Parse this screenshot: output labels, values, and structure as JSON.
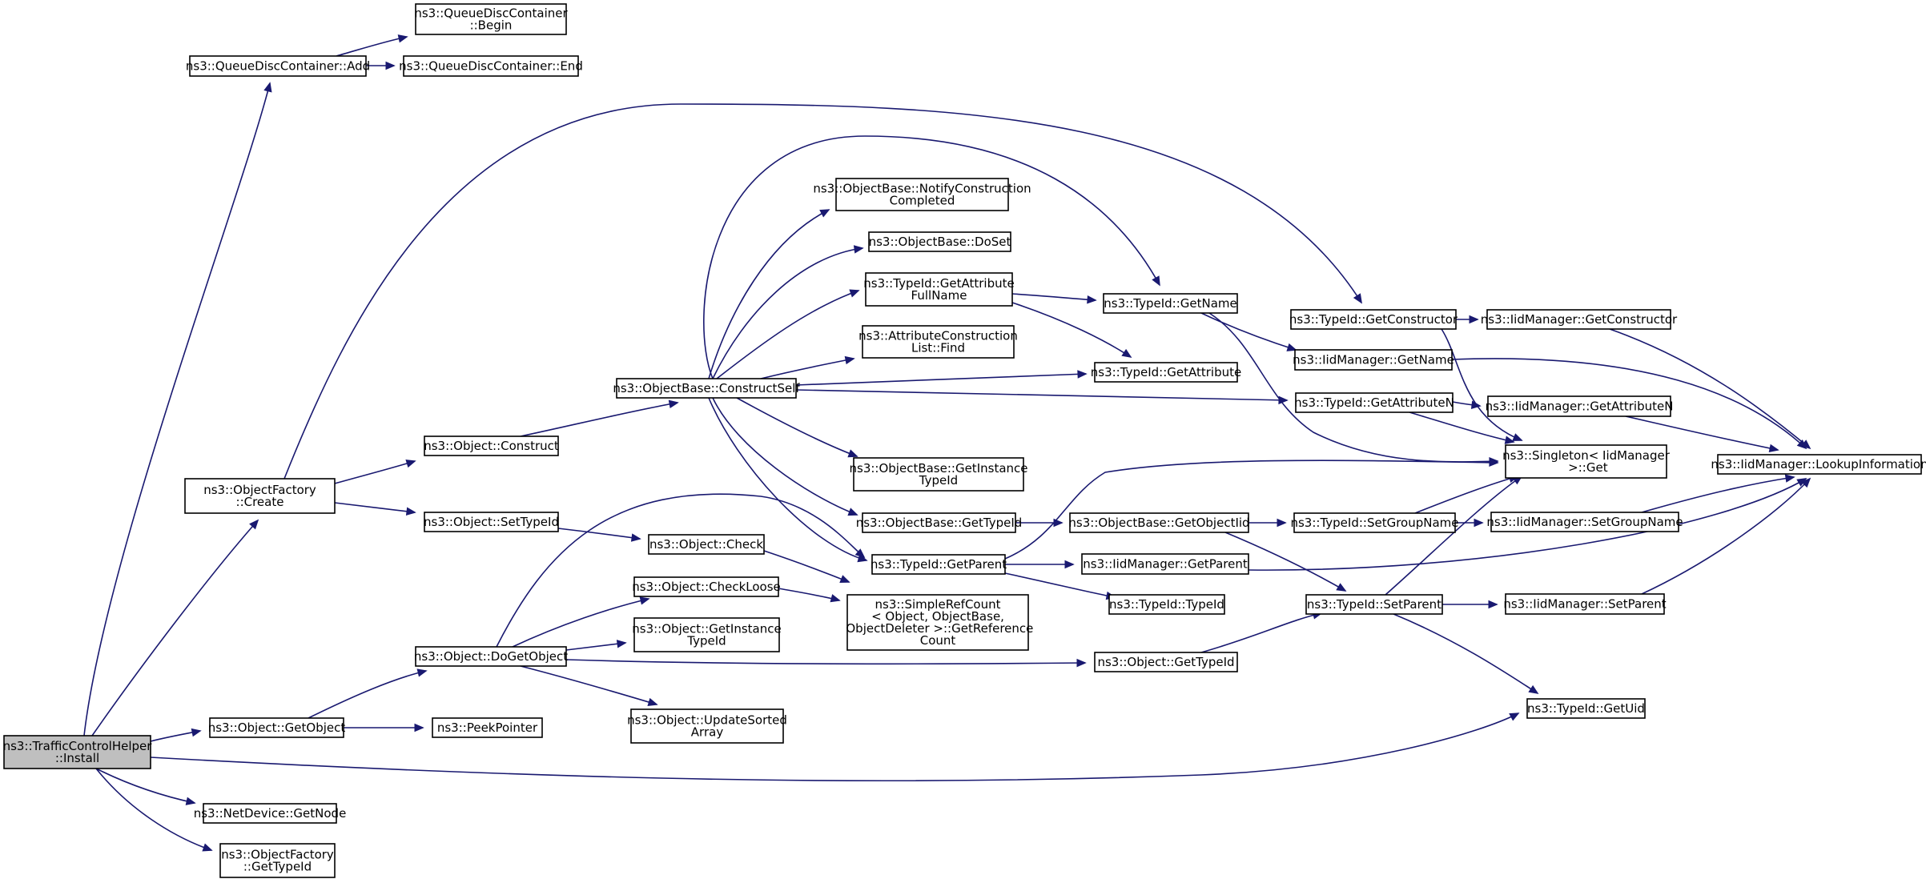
{
  "graph": {
    "root": "install",
    "nodes": [
      {
        "id": "install",
        "lines": [
          "ns3::TrafficControlHelper",
          "::Install"
        ]
      },
      {
        "id": "qdc_add",
        "lines": [
          "ns3::QueueDiscContainer::Add"
        ]
      },
      {
        "id": "qdc_begin",
        "lines": [
          "ns3::QueueDiscContainer",
          "::Begin"
        ]
      },
      {
        "id": "qdc_end",
        "lines": [
          "ns3::QueueDiscContainer::End"
        ]
      },
      {
        "id": "of_create",
        "lines": [
          "ns3::ObjectFactory",
          "::Create"
        ]
      },
      {
        "id": "obj_getobject",
        "lines": [
          "ns3::Object::GetObject"
        ]
      },
      {
        "id": "peekpointer",
        "lines": [
          "ns3::PeekPointer"
        ]
      },
      {
        "id": "nd_getnode",
        "lines": [
          "ns3::NetDevice::GetNode"
        ]
      },
      {
        "id": "of_gettypeid",
        "lines": [
          "ns3::ObjectFactory",
          "::GetTypeId"
        ]
      },
      {
        "id": "obj_construct",
        "lines": [
          "ns3::Object::Construct"
        ]
      },
      {
        "id": "obj_settypeid",
        "lines": [
          "ns3::Object::SetTypeId"
        ]
      },
      {
        "id": "obj_dogetobject",
        "lines": [
          "ns3::Object::DoGetObject"
        ]
      },
      {
        "id": "ob_constructself",
        "lines": [
          "ns3::ObjectBase::ConstructSelf"
        ]
      },
      {
        "id": "obj_check",
        "lines": [
          "ns3::Object::Check"
        ]
      },
      {
        "id": "obj_checkloose",
        "lines": [
          "ns3::Object::CheckLoose"
        ]
      },
      {
        "id": "obj_getinstancetypeid",
        "lines": [
          "ns3::Object::GetInstance",
          "TypeId"
        ]
      },
      {
        "id": "obj_updatesorted",
        "lines": [
          "ns3::Object::UpdateSorted",
          "Array"
        ]
      },
      {
        "id": "ob_notify",
        "lines": [
          "ns3::ObjectBase::NotifyConstruction",
          "Completed"
        ]
      },
      {
        "id": "ob_doset",
        "lines": [
          "ns3::ObjectBase::DoSet"
        ]
      },
      {
        "id": "tid_getattrfullname",
        "lines": [
          "ns3::TypeId::GetAttribute",
          "FullName"
        ]
      },
      {
        "id": "acl_find",
        "lines": [
          "ns3::AttributeConstruction",
          "List::Find"
        ]
      },
      {
        "id": "ob_getinstancetypeid",
        "lines": [
          "ns3::ObjectBase::GetInstance",
          "TypeId"
        ]
      },
      {
        "id": "ob_gettypeid",
        "lines": [
          "ns3::ObjectBase::GetTypeId"
        ]
      },
      {
        "id": "tid_getparent",
        "lines": [
          "ns3::TypeId::GetParent"
        ]
      },
      {
        "id": "srefcount",
        "lines": [
          "ns3::SimpleRefCount",
          "< Object, ObjectBase,",
          " ObjectDeleter >::GetReference",
          "Count"
        ]
      },
      {
        "id": "tid_getname",
        "lines": [
          "ns3::TypeId::GetName"
        ]
      },
      {
        "id": "tid_getattribute",
        "lines": [
          "ns3::TypeId::GetAttribute"
        ]
      },
      {
        "id": "ob_getobjectiid",
        "lines": [
          "ns3::ObjectBase::GetObjectIid"
        ]
      },
      {
        "id": "iid_getparent",
        "lines": [
          "ns3::IidManager::GetParent"
        ]
      },
      {
        "id": "tid_typeid",
        "lines": [
          "ns3::TypeId::TypeId"
        ]
      },
      {
        "id": "obj_gettypeid",
        "lines": [
          "ns3::Object::GetTypeId"
        ]
      },
      {
        "id": "tid_getconstructor",
        "lines": [
          "ns3::TypeId::GetConstructor"
        ]
      },
      {
        "id": "iid_getname",
        "lines": [
          "ns3::IidManager::GetName"
        ]
      },
      {
        "id": "tid_getattributen",
        "lines": [
          "ns3::TypeId::GetAttributeN"
        ]
      },
      {
        "id": "tid_setgroupname",
        "lines": [
          "ns3::TypeId::SetGroupName"
        ]
      },
      {
        "id": "tid_setparent",
        "lines": [
          "ns3::TypeId::SetParent"
        ]
      },
      {
        "id": "iid_getconstructor",
        "lines": [
          "ns3::IidManager::GetConstructor"
        ]
      },
      {
        "id": "iid_getattributen",
        "lines": [
          "ns3::IidManager::GetAttributeN"
        ]
      },
      {
        "id": "singleton_get",
        "lines": [
          "ns3::Singleton< IidManager",
          " >::Get"
        ]
      },
      {
        "id": "iid_setgroupname",
        "lines": [
          "ns3::IidManager::SetGroupName"
        ]
      },
      {
        "id": "iid_setparent",
        "lines": [
          "ns3::IidManager::SetParent"
        ]
      },
      {
        "id": "tid_getuid",
        "lines": [
          "ns3::TypeId::GetUid"
        ]
      },
      {
        "id": "iid_lookup",
        "lines": [
          "ns3::IidManager::LookupInformation"
        ]
      }
    ],
    "edges": [
      [
        "install",
        "qdc_add"
      ],
      [
        "install",
        "of_create"
      ],
      [
        "install",
        "obj_getobject"
      ],
      [
        "install",
        "nd_getnode"
      ],
      [
        "install",
        "of_gettypeid"
      ],
      [
        "install",
        "tid_getuid"
      ],
      [
        "qdc_add",
        "qdc_begin"
      ],
      [
        "qdc_add",
        "qdc_end"
      ],
      [
        "of_create",
        "tid_getconstructor"
      ],
      [
        "of_create",
        "obj_construct"
      ],
      [
        "of_create",
        "obj_settypeid"
      ],
      [
        "obj_getobject",
        "obj_dogetobject"
      ],
      [
        "obj_getobject",
        "peekpointer"
      ],
      [
        "obj_construct",
        "ob_constructself"
      ],
      [
        "obj_settypeid",
        "obj_check"
      ],
      [
        "obj_dogetobject",
        "tid_getparent"
      ],
      [
        "obj_dogetobject",
        "obj_checkloose"
      ],
      [
        "obj_dogetobject",
        "obj_getinstancetypeid"
      ],
      [
        "obj_dogetobject",
        "obj_gettypeid"
      ],
      [
        "obj_dogetobject",
        "obj_updatesorted"
      ],
      [
        "obj_check",
        "srefcount"
      ],
      [
        "obj_checkloose",
        "srefcount"
      ],
      [
        "ob_constructself",
        "tid_getname"
      ],
      [
        "ob_constructself",
        "ob_notify"
      ],
      [
        "ob_constructself",
        "ob_doset"
      ],
      [
        "ob_constructself",
        "tid_getattrfullname"
      ],
      [
        "ob_constructself",
        "acl_find"
      ],
      [
        "ob_constructself",
        "tid_getattribute"
      ],
      [
        "ob_constructself",
        "tid_getattributen"
      ],
      [
        "ob_constructself",
        "ob_getinstancetypeid"
      ],
      [
        "ob_constructself",
        "ob_gettypeid"
      ],
      [
        "ob_constructself",
        "tid_getparent"
      ],
      [
        "tid_getattrfullname",
        "tid_getname"
      ],
      [
        "tid_getattrfullname",
        "tid_getattribute"
      ],
      [
        "ob_gettypeid",
        "ob_getobjectiid"
      ],
      [
        "tid_getparent",
        "singleton_get"
      ],
      [
        "tid_getparent",
        "iid_getparent"
      ],
      [
        "tid_getparent",
        "tid_typeid"
      ],
      [
        "tid_getname",
        "iid_getname"
      ],
      [
        "tid_getname",
        "singleton_get"
      ],
      [
        "ob_getobjectiid",
        "tid_setgroupname"
      ],
      [
        "ob_getobjectiid",
        "tid_setparent"
      ],
      [
        "obj_gettypeid",
        "tid_setparent"
      ],
      [
        "iid_getparent",
        "iid_lookup"
      ],
      [
        "tid_getconstructor",
        "iid_getconstructor"
      ],
      [
        "tid_getconstructor",
        "singleton_get"
      ],
      [
        "iid_getname",
        "iid_lookup"
      ],
      [
        "tid_getattributen",
        "iid_getattributen"
      ],
      [
        "tid_getattributen",
        "singleton_get"
      ],
      [
        "tid_setgroupname",
        "iid_setgroupname"
      ],
      [
        "tid_setgroupname",
        "singleton_get"
      ],
      [
        "tid_setparent",
        "iid_setparent"
      ],
      [
        "tid_setparent",
        "singleton_get"
      ],
      [
        "tid_setparent",
        "tid_getuid"
      ],
      [
        "iid_getconstructor",
        "iid_lookup"
      ],
      [
        "iid_getattributen",
        "iid_lookup"
      ],
      [
        "iid_setgroupname",
        "iid_lookup"
      ],
      [
        "iid_setparent",
        "iid_lookup"
      ]
    ]
  },
  "colors": {
    "edge": "#191970",
    "root_fill": "#bfbfbf",
    "node_fill": "#ffffff",
    "node_border": "#000000"
  }
}
